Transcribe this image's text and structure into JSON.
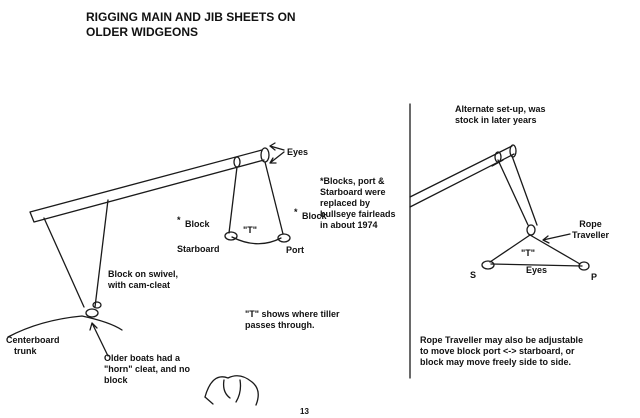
{
  "title": {
    "line1": "RIGGING MAIN AND JIB SHEETS ON",
    "line2": "OLDER WIDGEONS"
  },
  "labels": {
    "eyes": "Eyes",
    "blocks_note": [
      "*Blocks, port &",
      "Starboard were",
      "replaced by",
      "bullseye fairleads",
      "in about 1974"
    ],
    "block_left": "Block",
    "block_right": "Block",
    "asterisk": "*",
    "t_mark": "\"T\"",
    "starboard": "Starboard",
    "port": "Port",
    "block_swivel": [
      "Block on swivel,",
      "with cam-cleat"
    ],
    "t_note": [
      "\"T\" shows where tiller",
      "passes through."
    ],
    "centerboard": [
      "Centerboard",
      "trunk"
    ],
    "older_boats": [
      "Older boats had a",
      "\"horn\" cleat, and no",
      "block"
    ]
  },
  "alternate": {
    "heading": [
      "Alternate set-up, was",
      "stock in later years"
    ],
    "rope_traveller": [
      "Rope",
      "Traveller"
    ],
    "t_mark": "\"T\"",
    "eyes": "Eyes",
    "s": "S",
    "p": "P",
    "note": [
      "Rope Traveller may also be adjustable",
      "to move block port <-> starboard, or",
      "block may move freely side to side."
    ]
  },
  "page_number": "13"
}
